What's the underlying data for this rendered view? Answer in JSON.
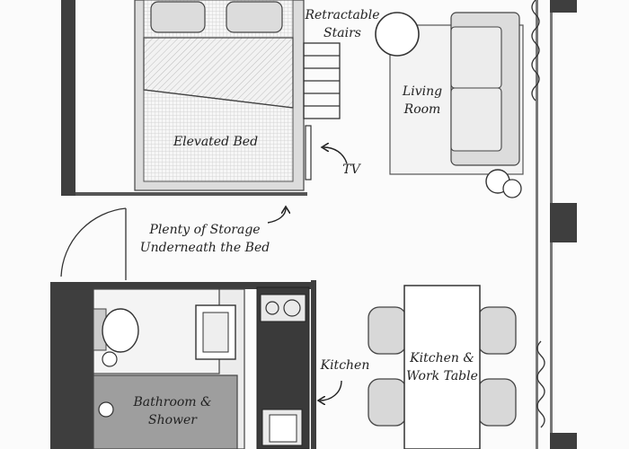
{
  "labels": {
    "retractable_stairs_1": "Retractable",
    "retractable_stairs_2": "Stairs",
    "living_room_1": "Living",
    "living_room_2": "Room",
    "elevated_bed": "Elevated Bed",
    "tv": "TV",
    "storage_1": "Plenty of Storage",
    "storage_2": "Underneath the Bed",
    "kitchen": "Kitchen",
    "kitchen_table_1": "Kitchen &",
    "kitchen_table_2": "Work Table",
    "bathroom_1": "Bathroom &",
    "bathroom_2": "Shower"
  },
  "colors": {
    "wall": "#3e3e3e",
    "floor": "#fbfbfb",
    "furniture_gray": "#b9b9b9",
    "light_gray": "#dcdcdc"
  }
}
